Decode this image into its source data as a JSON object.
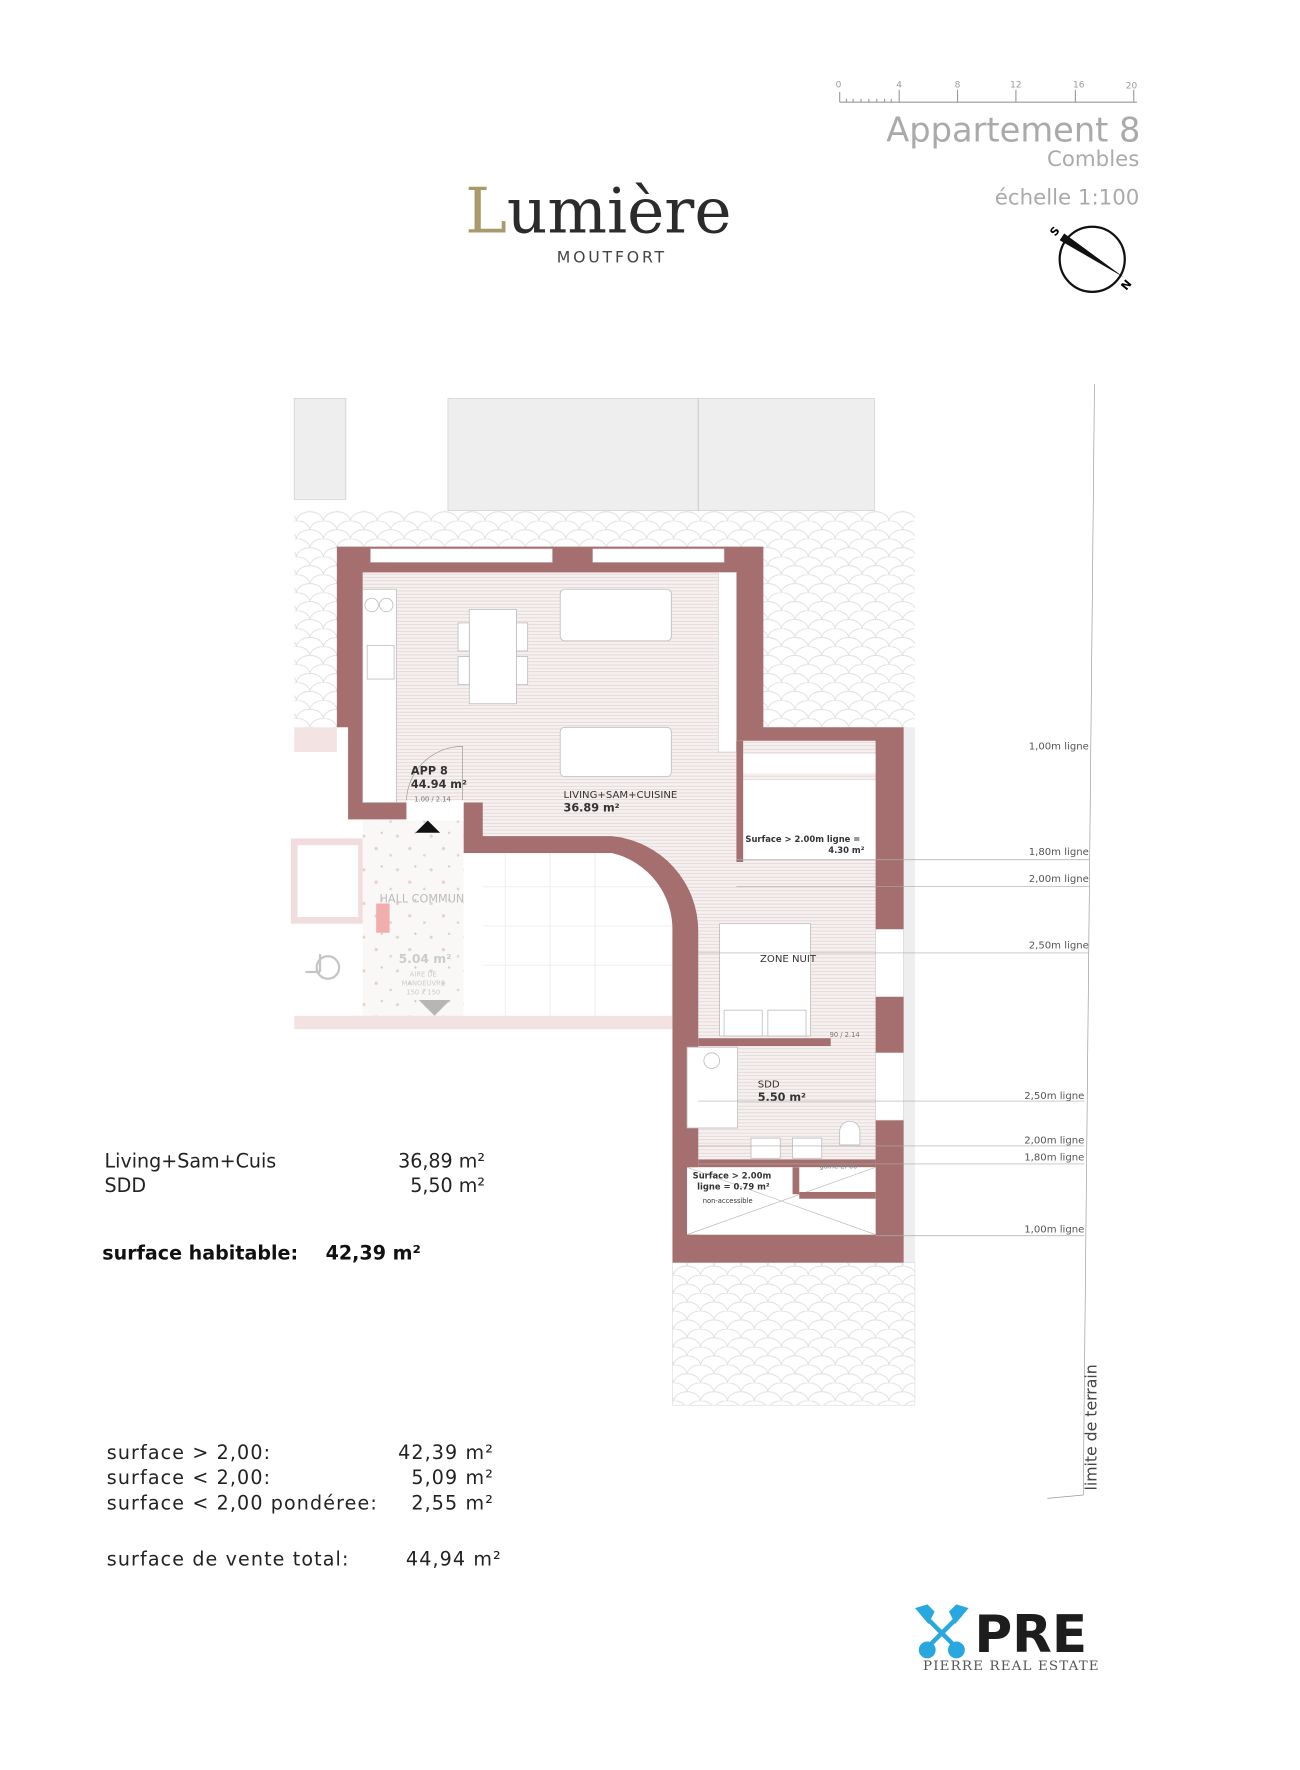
{
  "header": {
    "scale_ticks": [
      "0",
      "4",
      "8",
      "12",
      "16",
      "20"
    ],
    "title": "Appartement 8",
    "floor": "Combles",
    "scale": "échelle 1:100",
    "compass": {
      "south": "S",
      "north": "N"
    }
  },
  "brand": {
    "name_initial": "L",
    "name_rest": "umière",
    "location": "MOUTFORT",
    "gold_color": "#a89a6a"
  },
  "plan": {
    "wall_color": "#a56f6f",
    "apartment_label": "APP 8",
    "apartment_area": "44.94 m²",
    "entry_door": "1.00 / 2.14",
    "living_label": "LIVING+SAM+CUISINE",
    "living_area": "36.89 m²",
    "surface_box_1": [
      "Surface > 2.00m ligne =",
      "4.30 m²"
    ],
    "zone_nuit": "ZONE NUIT",
    "bedroom_door": "90 / 2.14",
    "sdd_label": "SDD",
    "sdd_area": "5.50 m²",
    "surface_box_2": [
      "Surface > 2.00m",
      "ligne = 0.79 m²"
    ],
    "non_accessible": "non-accessible",
    "gaine": "gaine EI-60",
    "hall_label": "HALL COMMUN",
    "hall_area": "5.04 m²",
    "hall_note": [
      "AIRE DE",
      "MANOEUVRE",
      "150 x 150"
    ],
    "height_lines": [
      "1,00m ligne",
      "1,80m ligne",
      "2,00m ligne",
      "2,50m ligne",
      "2,50m ligne",
      "2,00m ligne",
      "1,80m ligne",
      "1,00m ligne"
    ],
    "property_line": "limite de terrain"
  },
  "areas": {
    "rooms": [
      {
        "name": "Living+Sam+Cuis",
        "value": "36,89 m²"
      },
      {
        "name": "SDD",
        "value": "5,50 m²"
      }
    ],
    "habitable_label": "surface habitable:",
    "habitable_value": "42,39 m²",
    "summary": [
      {
        "name": "surface > 2,00:",
        "value": "42,39 m²"
      },
      {
        "name": "surface < 2,00:",
        "value": "5,09 m²"
      },
      {
        "name": "surface < 2,00 pondéree:",
        "value": "2,55 m²"
      }
    ],
    "total_label": "surface de vente total:",
    "total_value": "44,94 m²"
  },
  "logo": {
    "mark": "PRE",
    "subtitle": "PIERRE REAL ESTATE",
    "key_color": "#29a8e0"
  }
}
